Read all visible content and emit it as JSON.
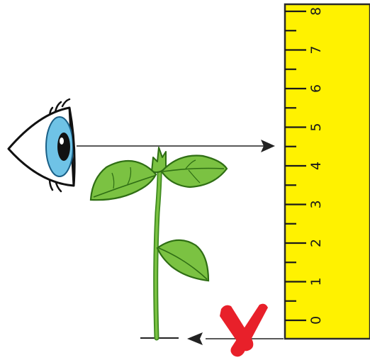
{
  "ruler": {
    "labels": [
      "0",
      "1",
      "2",
      "3",
      "4",
      "5",
      "6",
      "7",
      "8"
    ],
    "color": "#FFF200",
    "edge_color": "#2a2a2a"
  },
  "eye": {
    "iris_color": "#6FC3E6",
    "pupil_color": "#111111"
  },
  "plant": {
    "leaf_color": "#7BC242",
    "leaf_dark": "#3E8A1E",
    "stem_color": "#5FA832"
  },
  "arrows": {
    "sight_line": "eye-to-ruler-4.5",
    "wrong_reading": "ruler-0-to-ground"
  },
  "cross": {
    "color": "#E8202A"
  }
}
